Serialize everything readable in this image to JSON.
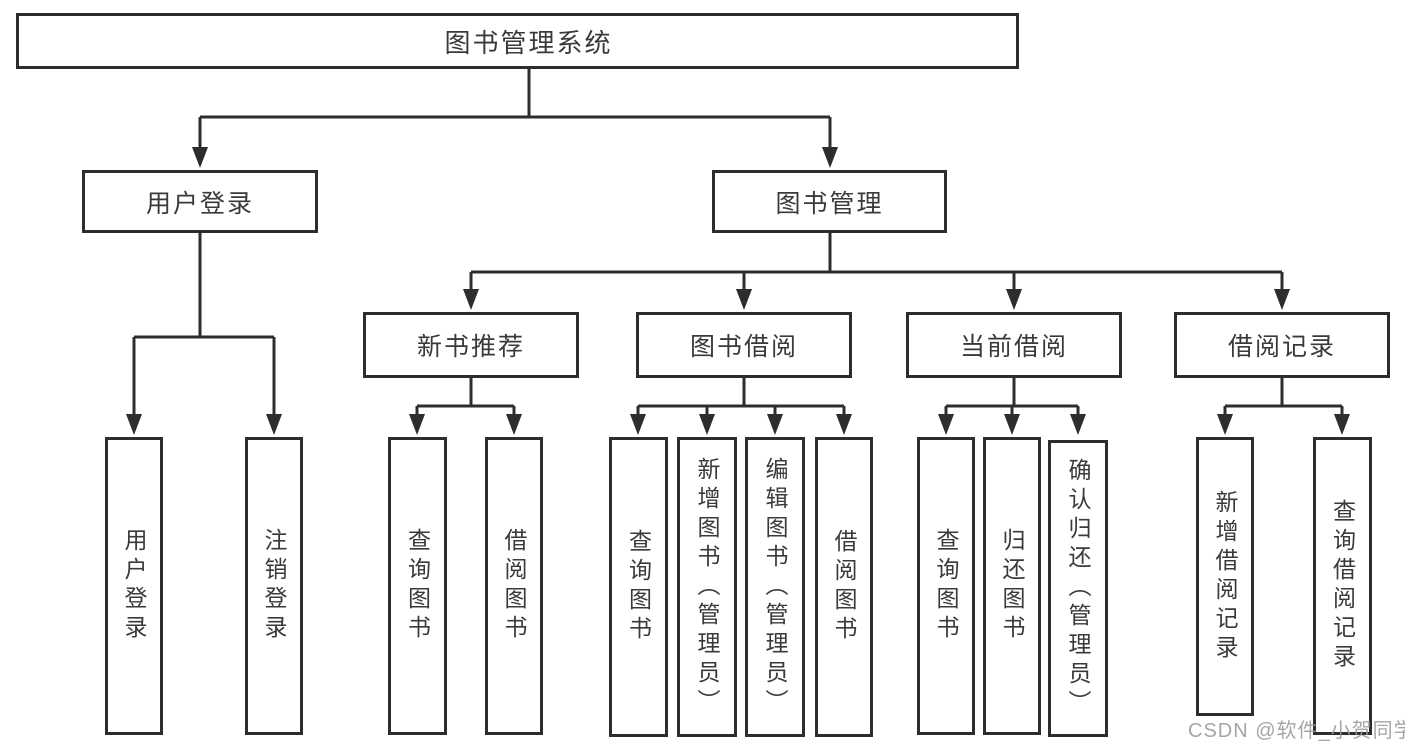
{
  "diagram": {
    "watermark": "CSDN @软件_小贺同学",
    "colors": {
      "line": "#2d2d2d",
      "box_border": "#2d2d2d",
      "text": "#3a3a3a",
      "background": "#ffffff",
      "watermark_text": "#98989e"
    },
    "nodes": [
      {
        "id": "system-root",
        "label": "图书管理系统",
        "level": 1,
        "parent": null
      },
      {
        "id": "user-login-module",
        "label": "用户登录",
        "level": 2,
        "parent": "system-root"
      },
      {
        "id": "book-management",
        "label": "图书管理",
        "level": 2,
        "parent": "system-root"
      },
      {
        "id": "new-book-recommend",
        "label": "新书推荐",
        "level": 3,
        "parent": "book-management"
      },
      {
        "id": "book-borrowing",
        "label": "图书借阅",
        "level": 3,
        "parent": "book-management"
      },
      {
        "id": "current-borrowing",
        "label": "当前借阅",
        "level": 3,
        "parent": "book-management"
      },
      {
        "id": "borrowing-records",
        "label": "借阅记录",
        "level": 3,
        "parent": "book-management"
      },
      {
        "id": "user-login-leaf",
        "label": "用户登录",
        "level": 4,
        "parent": "user-login-module"
      },
      {
        "id": "logout-leaf",
        "label": "注销登录",
        "level": 4,
        "parent": "user-login-module"
      },
      {
        "id": "query-books-recommend",
        "label": "查询图书",
        "level": 4,
        "parent": "new-book-recommend"
      },
      {
        "id": "borrow-books-recommend",
        "label": "借阅图书",
        "level": 4,
        "parent": "new-book-recommend"
      },
      {
        "id": "query-books-borrowing",
        "label": "查询图书",
        "level": 4,
        "parent": "book-borrowing"
      },
      {
        "id": "add-books-admin",
        "label": "新增图书（管理员）",
        "level": 4,
        "parent": "book-borrowing"
      },
      {
        "id": "edit-books-admin",
        "label": "编辑图书（管理员）",
        "level": 4,
        "parent": "book-borrowing"
      },
      {
        "id": "borrow-books-leaf",
        "label": "借阅图书",
        "level": 4,
        "parent": "book-borrowing"
      },
      {
        "id": "query-books-current",
        "label": "查询图书",
        "level": 4,
        "parent": "current-borrowing"
      },
      {
        "id": "return-books",
        "label": "归还图书",
        "level": 4,
        "parent": "current-borrowing"
      },
      {
        "id": "confirm-return-admin",
        "label": "确认归还（管理员）",
        "level": 4,
        "parent": "current-borrowing"
      },
      {
        "id": "add-borrow-record",
        "label": "新增借阅记录",
        "level": 4,
        "parent": "borrowing-records"
      },
      {
        "id": "query-borrow-record",
        "label": "查询借阅记录",
        "level": 4,
        "parent": "borrowing-records"
      }
    ]
  }
}
